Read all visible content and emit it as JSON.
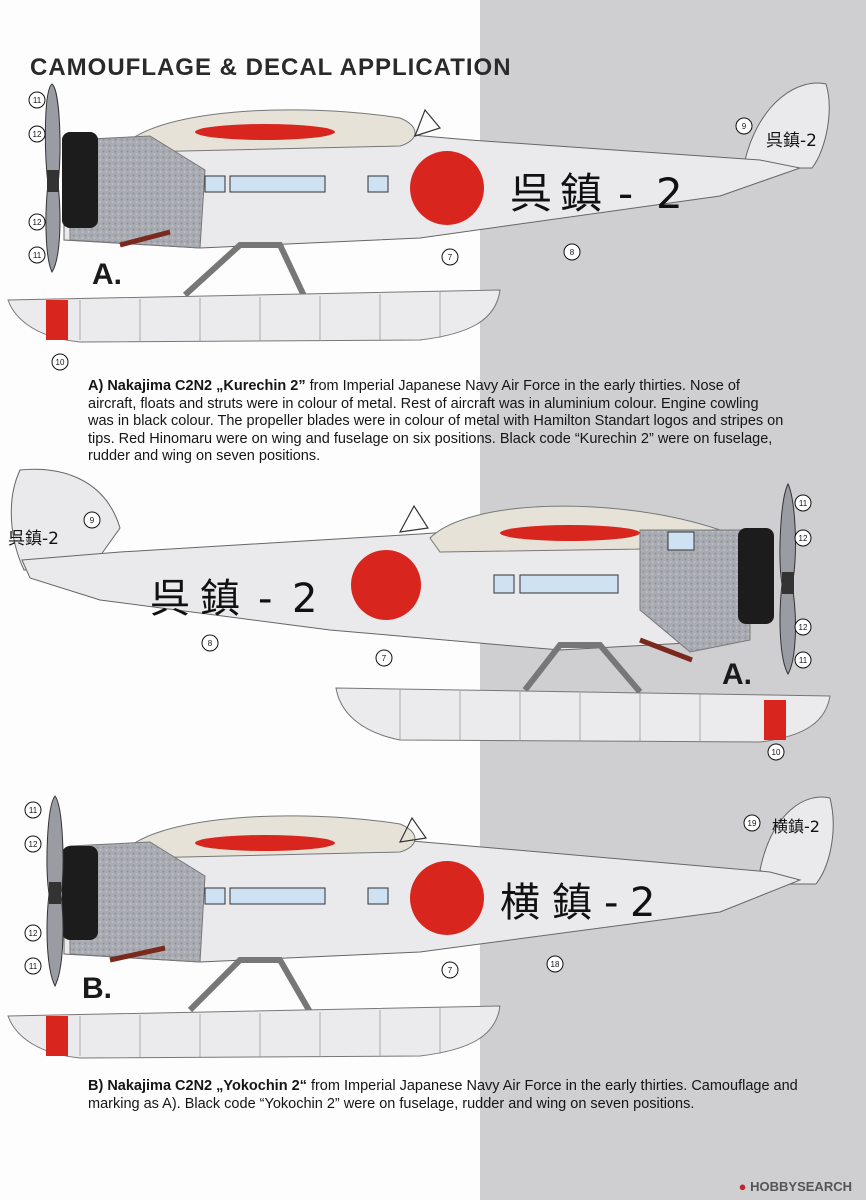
{
  "page": {
    "title": "CAMOUFLAGE & DECAL APPLICATION"
  },
  "aircraft_a": {
    "label": "A.",
    "code": "呉鎮-2",
    "code_chars": [
      "呉",
      "鎮",
      "-",
      "2"
    ],
    "heading": "A) Nakajima C2N2 „Kurechin 2”",
    "description": " from Imperial Japanese Navy Air Force in the early thirties. Nose of aircraft, floats and struts were in colour of metal. Rest of aircraft was in aluminium colour. Engine cowling was in black colour. The propeller blades were in colour of metal  with Hamilton Standart logos and stripes on tips. Red Hinomaru were on wing and fuselage on six positions. Black code “Kurechin 2” were on fuselage, rudder and wing on seven positions.",
    "callouts": [
      "11",
      "12",
      "12",
      "11",
      "7",
      "8",
      "9",
      "10"
    ]
  },
  "aircraft_b": {
    "label": "B.",
    "code": "横鎮-2",
    "code_chars": [
      "横",
      "鎮",
      "-",
      "2"
    ],
    "heading": "B) Nakajima C2N2 „Yokochin 2“",
    "description": " from Imperial Japanese Navy Air Force in the early thirties. Camouflage and marking as A). Black code “Yokochin 2” were on fuselage, rudder and wing on seven positions.",
    "callouts": [
      "11",
      "12",
      "12",
      "11",
      "7",
      "18",
      "19"
    ]
  },
  "watermark": {
    "brand": "HOBBY",
    "suffix": "SEARCH"
  },
  "colors": {
    "aluminium": "#eaeaec",
    "metal_nose": "#a9abb2",
    "cowling": "#1c1c1c",
    "hinomaru": "#d8261f",
    "background_band": "#cfcfd1"
  }
}
